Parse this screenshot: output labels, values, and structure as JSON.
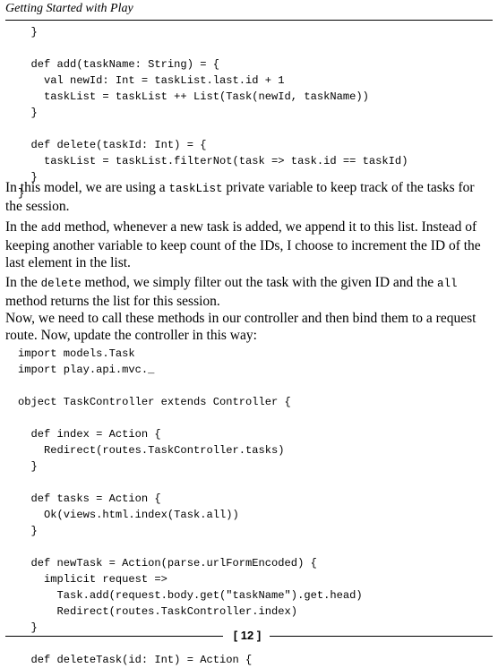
{
  "header": {
    "title": "Getting Started with Play"
  },
  "code_block_1": {
    "lines": [
      "  }",
      "",
      "  def add(taskName: String) = {",
      "    val newId: Int = taskList.last.id + 1",
      "    taskList = taskList ++ List(Task(newId, taskName))",
      "  }",
      "",
      "  def delete(taskId: Int) = {",
      "    taskList = taskList.filterNot(task => task.id == taskId)",
      "  }",
      "}"
    ]
  },
  "paragraphs": {
    "p1": {
      "before": "In this model, we are using a ",
      "code": "taskList",
      "after": " private variable to keep track of the tasks for the session."
    },
    "p2": {
      "before": "In the ",
      "code": "add",
      "after": " method, whenever a new task is added, we append it to this list. Instead of keeping another variable to keep count of the IDs, I choose to increment the ID of the last element in the list."
    },
    "p3": {
      "before": "In the ",
      "code": "delete",
      "middle": " method, we simply filter out the task with the given ID and the ",
      "code2": "all",
      "after": " method returns the list for this session."
    },
    "p4": {
      "text": "Now, we need to call these methods in our controller and then bind them to a request route. Now, update the controller in this way:"
    }
  },
  "code_block_2": {
    "lines": [
      "import models.Task",
      "import play.api.mvc._",
      "",
      "object TaskController extends Controller {",
      "",
      "  def index = Action {",
      "    Redirect(routes.TaskController.tasks)",
      "  }",
      "",
      "  def tasks = Action {",
      "    Ok(views.html.index(Task.all))",
      "  }",
      "",
      "  def newTask = Action(parse.urlFormEncoded) {",
      "    implicit request =>",
      "      Task.add(request.body.get(\"taskName\").get.head)",
      "      Redirect(routes.TaskController.index)",
      "  }",
      "",
      "  def deleteTask(id: Int) = Action {"
    ]
  },
  "footer": {
    "page_number": "[ 12 ]"
  }
}
